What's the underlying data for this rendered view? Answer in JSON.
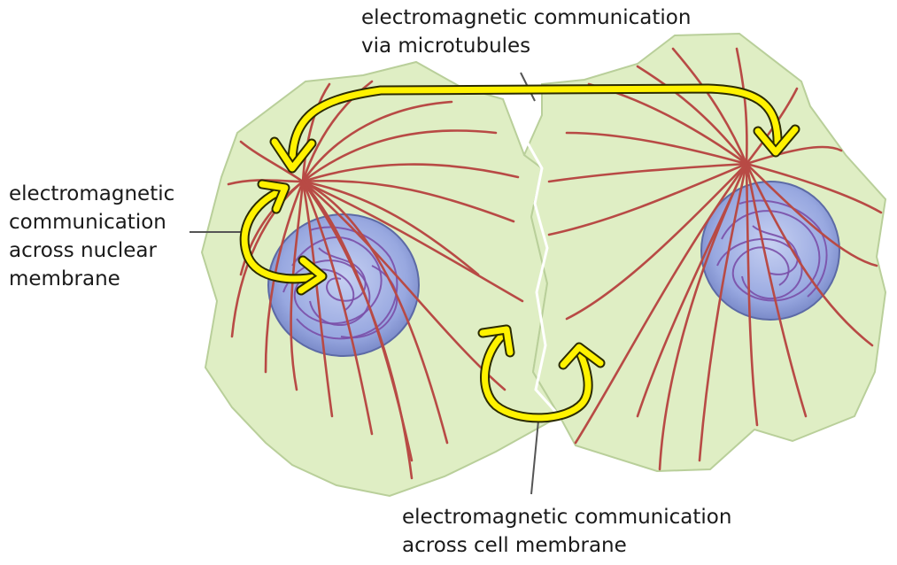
{
  "labels": {
    "microtubules": {
      "line1": "electromagnetic communication",
      "line2": "via microtubules"
    },
    "nuclear": {
      "line1": "electromagnetic",
      "line2": "communication",
      "line3": "across nuclear",
      "line4": "membrane"
    },
    "cell": {
      "line1": "electromagnetic communication",
      "line2": "across cell membrane"
    }
  },
  "colors": {
    "cytoplasm": "#dfeec4",
    "cell_outline": "#b9cf9a",
    "microtubule": "#b84a45",
    "nucleus": "#8fa2dc",
    "chromatin": "#7a4fa8",
    "arrow": "#fff200",
    "arrow_outline": "#2b2b00",
    "leader_line": "#555555"
  }
}
